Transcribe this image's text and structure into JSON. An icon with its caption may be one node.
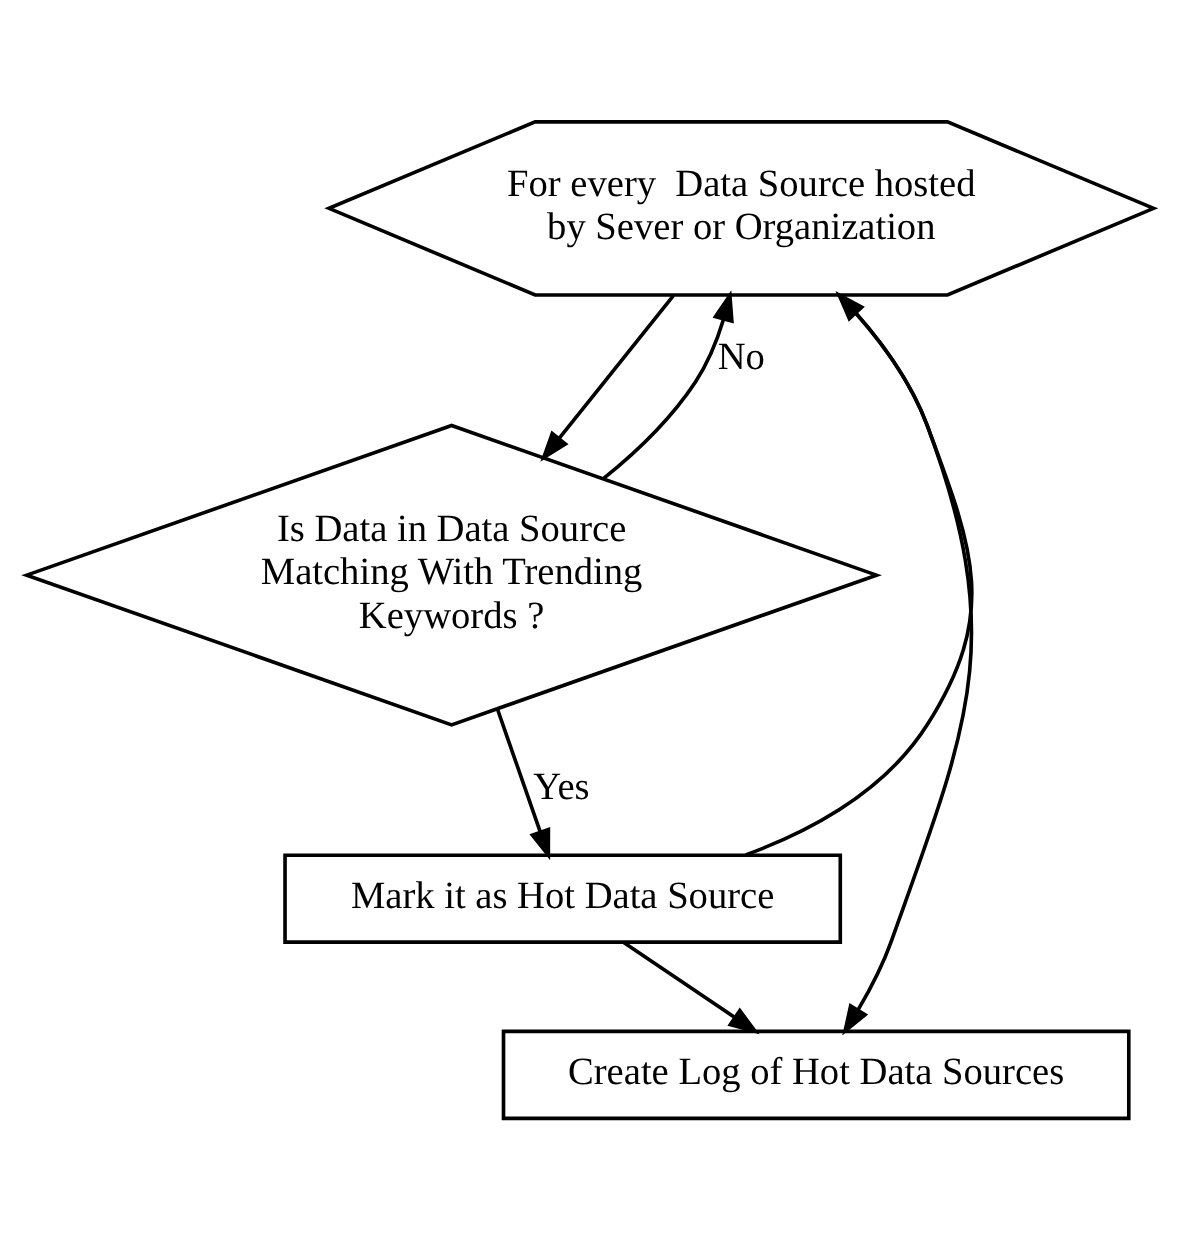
{
  "diagram": {
    "nodes": [
      {
        "text": [
          "For every  Data Source hosted by Sever or Organization"
        ]
      },
      {
        "text": [
          "Is Data in Data Source Matching With Trending Keywords ?"
        ]
      },
      {
        "text": [
          "Mark it as Hot Data Source"
        ]
      },
      {
        "text": [
          "Create Log of Hot Data Sources"
        ]
      }
    ],
    "edges": [
      {
        "from": 0,
        "to": 1,
        "arrow": "to"
      },
      {
        "from": 1,
        "to": 0,
        "arrow": "to",
        "label": "No"
      },
      {
        "from": 1,
        "to": 2,
        "arrow": "to",
        "label": "Yes"
      },
      {
        "from": 2,
        "to": 0,
        "arrow": "to"
      },
      {
        "from": 2,
        "to": 3,
        "arrow": "to"
      },
      {
        "from": 0,
        "to": 3,
        "arrow": "to"
      }
    ]
  }
}
